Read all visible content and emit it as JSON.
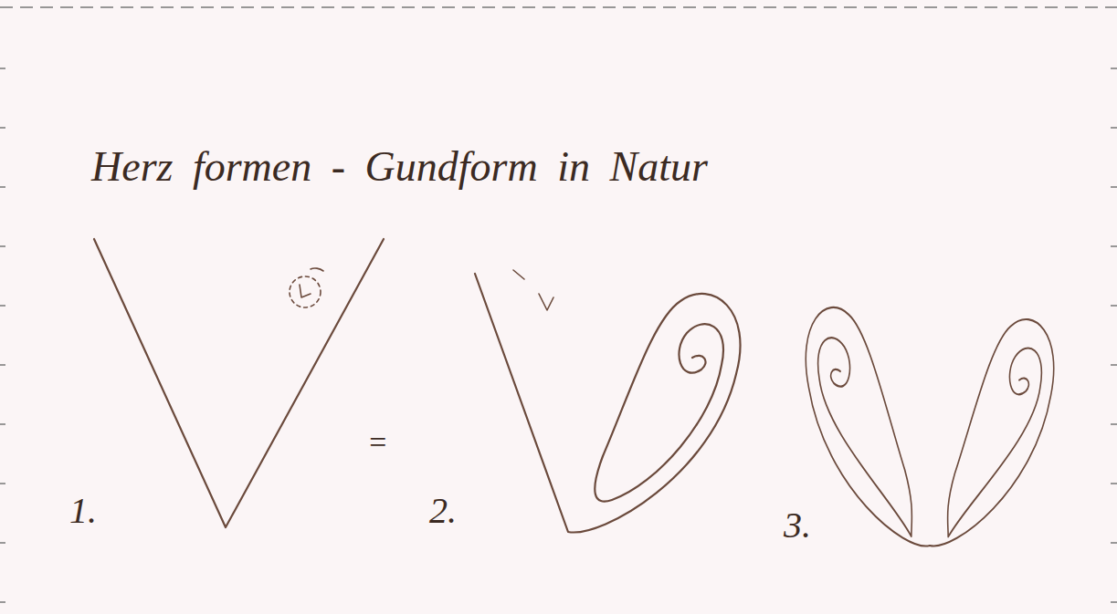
{
  "diagram": {
    "title": "Herz formen - Gundform in Natur",
    "labels": [
      "1.",
      "=",
      "2.",
      "3."
    ]
  }
}
